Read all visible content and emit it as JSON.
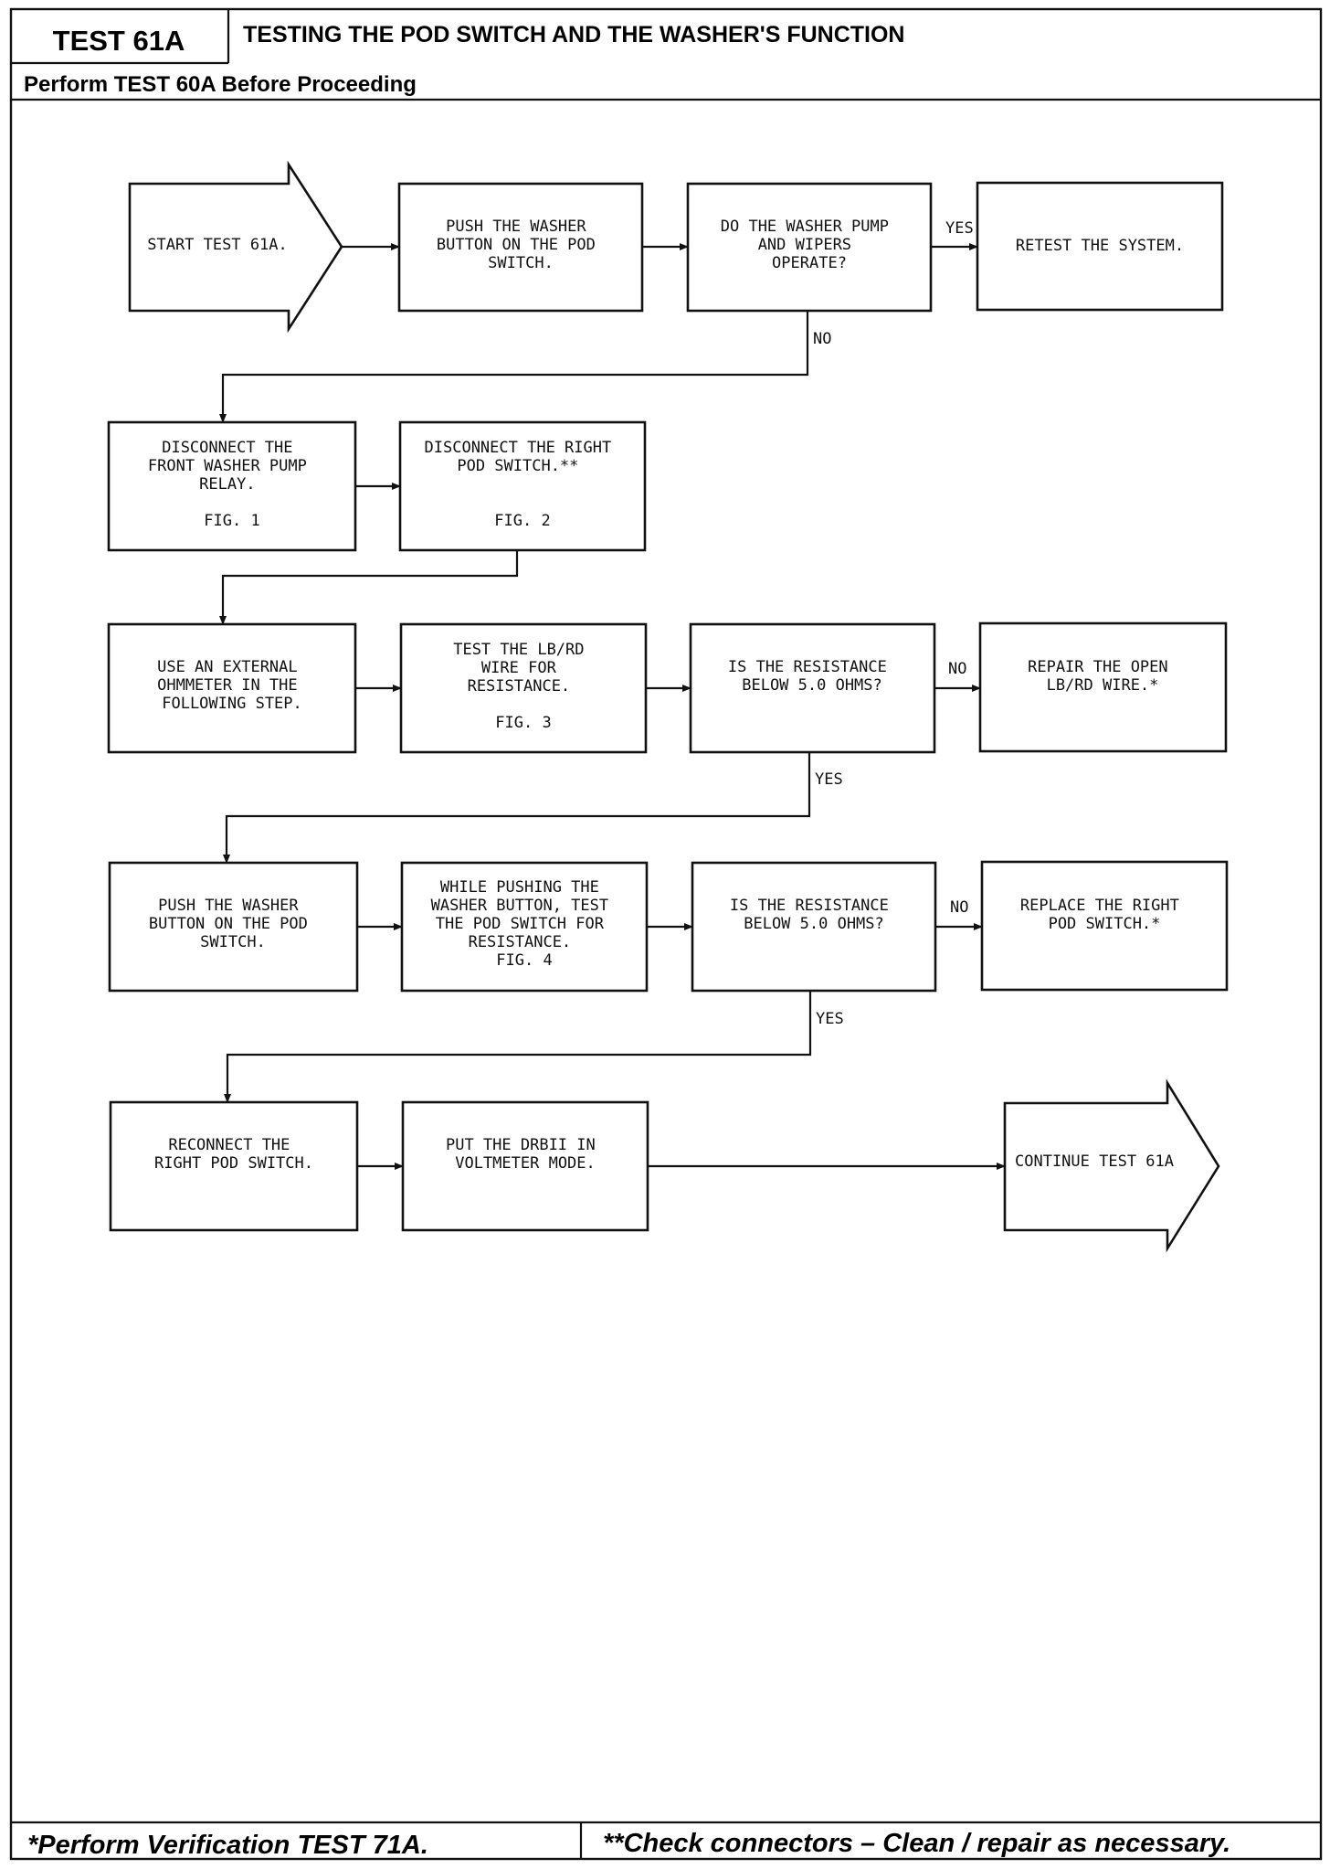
{
  "header": {
    "test_id": "TEST 61A",
    "title": "TESTING THE POD SWITCH AND THE WASHER'S FUNCTION",
    "prerequisite": "Perform TEST 60A Before Proceeding"
  },
  "flowchart": {
    "start": [
      "START TEST 61A."
    ],
    "push_washer_1": [
      "PUSH THE WASHER",
      "BUTTON ON THE POD",
      "SWITCH."
    ],
    "q_pump_wipers": [
      "DO THE WASHER PUMP",
      "AND WIPERS",
      "OPERATE?"
    ],
    "retest": [
      "RETEST THE SYSTEM."
    ],
    "disconnect_relay": [
      "DISCONNECT THE",
      "FRONT WASHER PUMP",
      "RELAY."
    ],
    "disconnect_relay_fig": "FIG. 1",
    "disconnect_pod": [
      "DISCONNECT THE RIGHT",
      "POD SWITCH.**"
    ],
    "disconnect_pod_fig": "FIG. 2",
    "ohmmeter": [
      "USE AN EXTERNAL",
      "OHMMETER IN THE",
      "FOLLOWING STEP."
    ],
    "test_wire": [
      "TEST THE LB/RD",
      "WIRE FOR",
      "RESISTANCE."
    ],
    "test_wire_fig": "FIG. 3",
    "q_resistance_1": [
      "IS THE RESISTANCE",
      "BELOW 5.0 OHMS?"
    ],
    "repair_wire": [
      "REPAIR THE OPEN",
      "LB/RD WIRE.*"
    ],
    "push_washer_2": [
      "PUSH THE WASHER",
      "BUTTON ON THE POD",
      "SWITCH."
    ],
    "test_pod": [
      "WHILE PUSHING THE",
      "WASHER BUTTON, TEST",
      "THE POD SWITCH FOR",
      "RESISTANCE."
    ],
    "test_pod_fig": "FIG. 4",
    "q_resistance_2": [
      "IS THE RESISTANCE",
      "BELOW 5.0 OHMS?"
    ],
    "replace_pod": [
      "REPLACE THE RIGHT",
      "POD SWITCH.*"
    ],
    "reconnect": [
      "RECONNECT THE",
      "RIGHT POD SWITCH."
    ],
    "voltmeter": [
      "PUT THE DRBII IN",
      "VOLTMETER MODE."
    ],
    "continue": [
      "CONTINUE TEST 61A"
    ],
    "labels": {
      "yes": "YES",
      "no": "NO"
    }
  },
  "footer": {
    "note_left": "*Perform Verification TEST 71A.",
    "note_right": "**Check connectors – Clean / repair as necessary."
  }
}
